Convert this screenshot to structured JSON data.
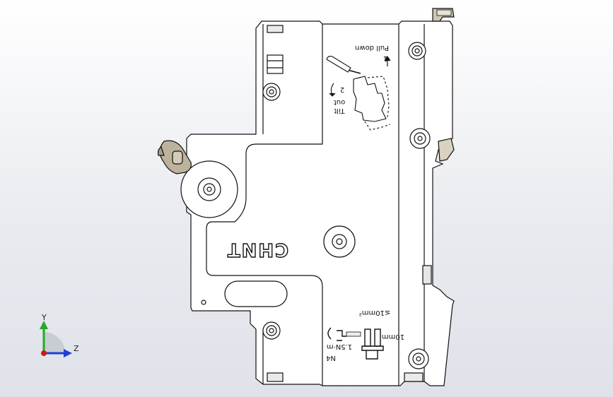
{
  "model": {
    "brand": "CHNT",
    "instructions": {
      "step1": "1",
      "pull_down": "Pull down",
      "step2": "2",
      "tilt_out": "Tilt out",
      "tilt": "Tilt",
      "out": "out"
    },
    "markings": {
      "wire_size": "≤10mm²",
      "strip_length": "10mm",
      "torque": "1.5N·m",
      "tool": "N4"
    }
  },
  "triad": {
    "y_label": "Y",
    "z_label": "Z",
    "colors": {
      "y": "#22aa22",
      "z": "#1f3fd6",
      "x": "#d01818"
    }
  }
}
